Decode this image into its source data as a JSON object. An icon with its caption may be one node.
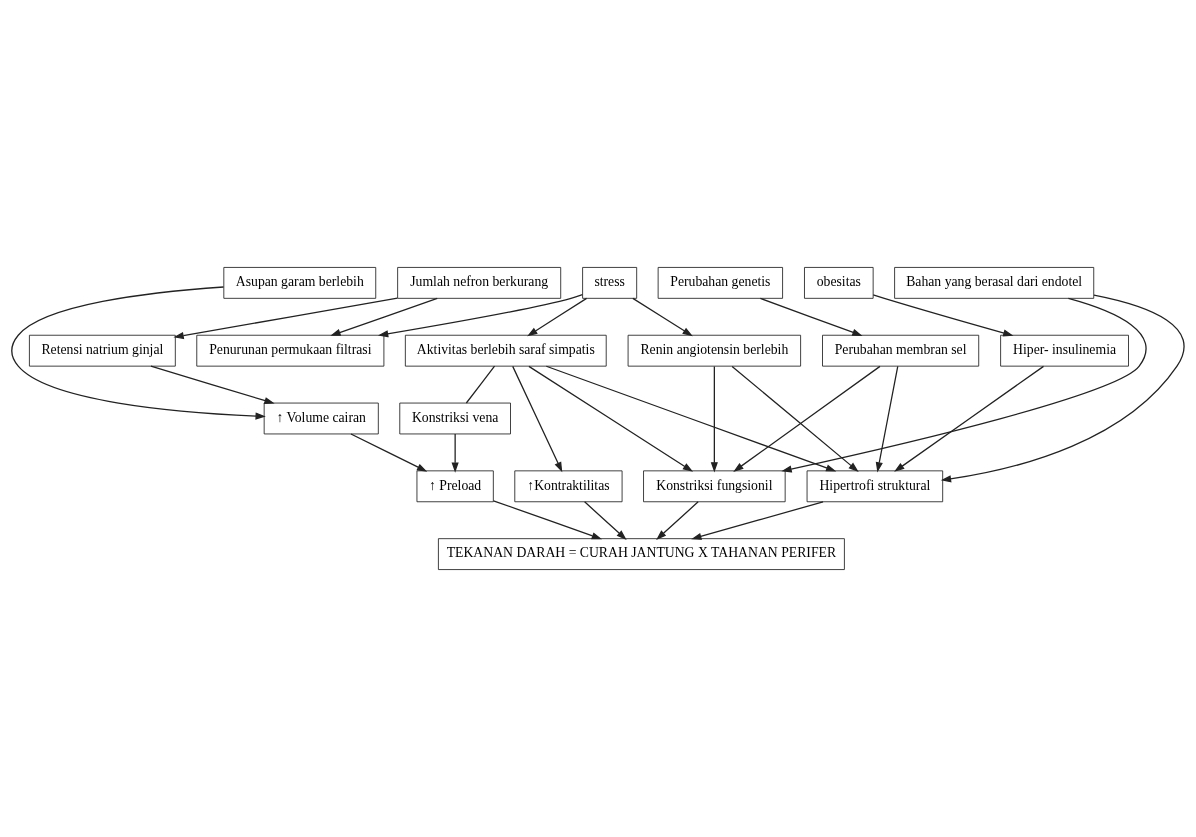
{
  "diagram": {
    "nodes": [
      {
        "text": [
          "Asupan garam berlebih"
        ]
      },
      {
        "text": [
          "Jumlah nefron berkurang"
        ]
      },
      {
        "text": [
          "stress"
        ]
      },
      {
        "text": [
          "Perubahan genetis"
        ]
      },
      {
        "text": [
          "obesitas"
        ]
      },
      {
        "text": [
          "Bahan yang berasal dari endotel"
        ]
      },
      {
        "text": [
          "Retensi natrium ginjal"
        ]
      },
      {
        "text": [
          "Penurunan permukaan filtrasi"
        ]
      },
      {
        "text": [
          "Aktivitas berlebih saraf simpatis"
        ]
      },
      {
        "text": [
          "Renin angiotensin berlebih"
        ]
      },
      {
        "text": [
          "Perubahan membran sel"
        ]
      },
      {
        "text": [
          "Hiper- insulinemia"
        ]
      },
      {
        "text": [
          "↑ Volume cairan"
        ]
      },
      {
        "text": [
          "Konstriksi vena"
        ]
      },
      {
        "text": [
          "↑ Preload"
        ]
      },
      {
        "text": [
          "↑Kontraktilitas"
        ]
      },
      {
        "text": [
          "Konstriksi fungsionil"
        ]
      },
      {
        "text": [
          "Hipertrofi struktural"
        ]
      },
      {
        "text": [
          "TEKANAN DARAH = CURAH JANTUNG X TAHANAN PERIFER"
        ]
      }
    ],
    "edges": [
      {
        "from": 1,
        "to": 6,
        "arrow": "to"
      },
      {
        "from": 1,
        "to": 7,
        "arrow": "to"
      },
      {
        "from": 2,
        "to": 7,
        "arrow": "to"
      },
      {
        "from": 2,
        "to": 8,
        "arrow": "to"
      },
      {
        "from": 2,
        "to": 9,
        "arrow": "to"
      },
      {
        "from": 3,
        "to": 10,
        "arrow": "to"
      },
      {
        "from": 4,
        "to": 11,
        "arrow": "to"
      },
      {
        "from": 0,
        "to": 12,
        "arrow": "to"
      },
      {
        "from": 6,
        "to": 12,
        "arrow": "to"
      },
      {
        "from": 8,
        "to": 15,
        "arrow": "to"
      },
      {
        "from": 8,
        "to": 13,
        "arrow": "none"
      },
      {
        "from": 8,
        "to": 16,
        "arrow": "to"
      },
      {
        "from": 8,
        "to": 17,
        "arrow": "to"
      },
      {
        "from": 9,
        "to": 16,
        "arrow": "to"
      },
      {
        "from": 9,
        "to": 17,
        "arrow": "to"
      },
      {
        "from": 10,
        "to": 16,
        "arrow": "to"
      },
      {
        "from": 10,
        "to": 17,
        "arrow": "to"
      },
      {
        "from": 11,
        "to": 17,
        "arrow": "to"
      },
      {
        "from": 5,
        "to": 17,
        "arrow": "to"
      },
      {
        "from": 5,
        "to": 16,
        "arrow": "to"
      },
      {
        "from": 12,
        "to": 14,
        "arrow": "to"
      },
      {
        "from": 13,
        "to": 14,
        "arrow": "to"
      },
      {
        "from": 14,
        "to": 18,
        "arrow": "to"
      },
      {
        "from": 15,
        "to": 18,
        "arrow": "to"
      },
      {
        "from": 16,
        "to": 18,
        "arrow": "to"
      },
      {
        "from": 17,
        "to": 18,
        "arrow": "to"
      }
    ]
  }
}
